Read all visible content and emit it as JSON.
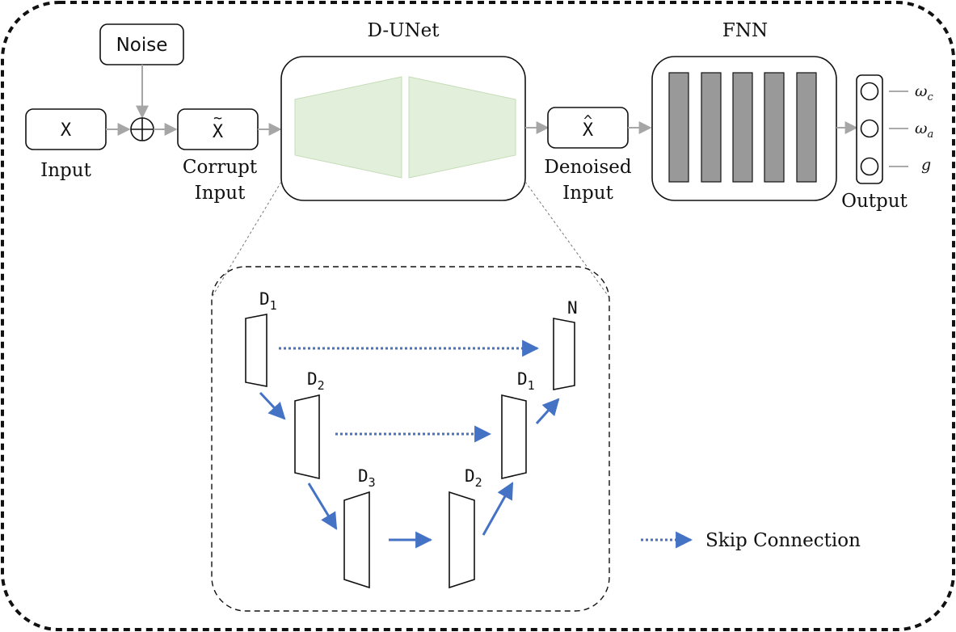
{
  "noise_label": "Noise",
  "input": {
    "symbol": "X",
    "caption": "Input"
  },
  "corrupt": {
    "symbol": "X",
    "accent": "~",
    "caption_line1": "Corrupt",
    "caption_line2": "Input"
  },
  "dunet": {
    "title": "D-UNet"
  },
  "denoised": {
    "symbol": "X",
    "accent": "^",
    "caption_line1": "Denoised",
    "caption_line2": "Input"
  },
  "fnn": {
    "title": "FNN"
  },
  "output": {
    "caption": "Output",
    "labels": [
      {
        "base": "ω",
        "sub": "c"
      },
      {
        "base": "ω",
        "sub": "a"
      },
      {
        "base": "g",
        "sub": ""
      }
    ]
  },
  "unet": {
    "d1_left": {
      "base": "D",
      "sub": "1"
    },
    "d2_left": {
      "base": "D",
      "sub": "2"
    },
    "d3": {
      "base": "D",
      "sub": "3"
    },
    "d2_right": {
      "base": "D",
      "sub": "2"
    },
    "d1_right": {
      "base": "D",
      "sub": "1"
    },
    "n": {
      "base": "N",
      "sub": ""
    }
  },
  "legend": {
    "label": "Skip Connection"
  },
  "colors": {
    "arrow_gray": "#a6a6a6",
    "blue": "#4472c4",
    "green": "#e2efda",
    "green_stroke": "#c6dcb8",
    "bar": "#999999"
  }
}
